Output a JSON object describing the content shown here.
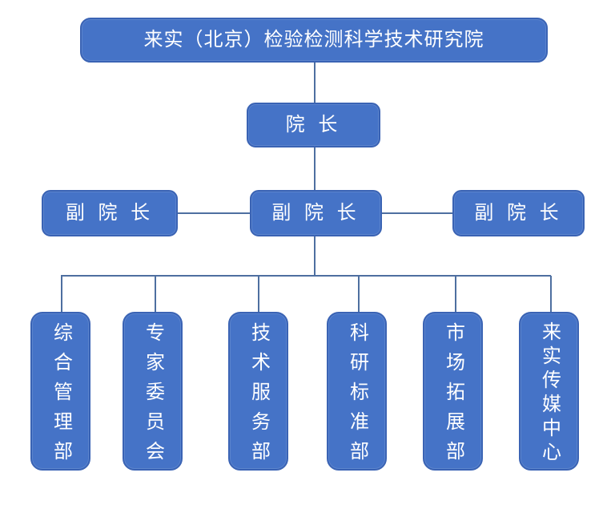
{
  "org": {
    "root": {
      "label": "来实（北京）检验检测科学技术研究院"
    },
    "president": {
      "label": "院 长"
    },
    "vice_presidents": [
      {
        "label": "副 院 长"
      },
      {
        "label": "副 院 长"
      },
      {
        "label": "副 院 长"
      }
    ],
    "departments": [
      {
        "label": "综合管理部"
      },
      {
        "label": "专家委员会"
      },
      {
        "label": "技术服务部"
      },
      {
        "label": "科研标准部"
      },
      {
        "label": "市场拓展部"
      },
      {
        "label": "来实传媒中心"
      }
    ],
    "colors": {
      "box_fill": "#4573c7",
      "box_border": "#3a63b4",
      "connector": "#4e6fa0",
      "text": "#ffffff",
      "background": "#ffffff"
    }
  }
}
